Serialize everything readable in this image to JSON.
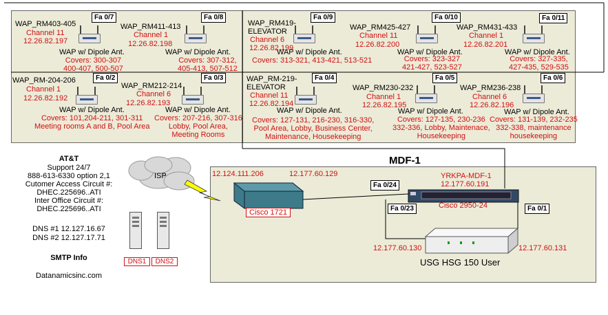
{
  "access_points": [
    {
      "name": "WAP_RM403-405",
      "channel": "Channel 11",
      "ip": "12.26.82.197",
      "port": "Fa 0/7",
      "model": "WAP w/ Dipole Ant.",
      "covers": "Covers: 300-307\n400-407, 500-507"
    },
    {
      "name": "WAP_RM411-413",
      "channel": "Channel 1",
      "ip": "12.26.82.198",
      "port": "Fa 0/8",
      "model": "WAP w/ Dipole Ant.",
      "covers": "Covers: 307-312,\n405-413, 507-512"
    },
    {
      "name": "WAP_RM419-\nELEVATOR",
      "channel": "Channel 6",
      "ip": "12.26.82.199",
      "port": "Fa 0/9",
      "model": "WAP w/ Dipole Ant.",
      "covers": "Covers: 313-321, 413-421, 513-521"
    },
    {
      "name": "WAP_RM425-427",
      "channel": "Channel 11",
      "ip": "12.26.82.200",
      "port": "Fa 0/10",
      "model": "WAP w/ Dipole Ant.",
      "covers": "Covers: 323-327\n421-427, 523-527"
    },
    {
      "name": "WAP_RM431-433",
      "channel": "Channel 1",
      "ip": "12.26.82.201",
      "port": "Fa 0/11",
      "model": "WAP w/ Dipole Ant.",
      "covers": "Covers: 327-335,\n427-435, 529-535"
    },
    {
      "name": "WAP_RM-204-206",
      "channel": "Channel 1",
      "ip": "12.26.82.192",
      "port": "Fa 0/2",
      "model": "WAP w/ Dipole Ant.",
      "covers": "Covers: 101,204-211, 301-311\nMeeting rooms A and B, Pool Area"
    },
    {
      "name": "WAP_RM212-214",
      "channel": "Channel 6",
      "ip": "12.26.82.193",
      "port": "Fa 0/3",
      "model": "WAP w/ Dipole Ant.",
      "covers": "Covers: 207-216, 307-316\nLobby, Pool Area,\nMeeting Rooms"
    },
    {
      "name": "WAP_RM-219-\nELEVATOR",
      "channel": "Channel 11",
      "ip": "12.26.82.194",
      "port": "Fa 0/4",
      "model": "WAP w/ Dipole Ant.",
      "covers": "Covers: 127-131, 216-230, 316-330,\nPool Area, Lobby, Business Center,\nMaintenance, Housekeeping"
    },
    {
      "name": "WAP_RM230-232",
      "channel": "Channel 1",
      "ip": "12.26.82.195",
      "port": "Fa 0/5",
      "model": "WAP w/ Dipole Ant.",
      "covers": "Covers: 127-135, 230-236\n332-336, Lobby, Maintenace,\nHousekeeping"
    },
    {
      "name": "WAP_RM236-238",
      "channel": "Channel 6",
      "ip": "12.26.82.196",
      "port": "Fa 0/6",
      "model": "WAP w/ Dipole Ant.",
      "covers": "Covers: 131-139, 232-235\n332-338, maintenance\nhousekeeping"
    }
  ],
  "provider": {
    "name": "AT&T",
    "support": "Support 24/7",
    "phone": "888-613-6330 option 2,1",
    "cac_label": "Cutomer Access Circuit #:",
    "cac_value": "DHEC.225696..ATI",
    "ioc_label": "Inter Office Circuit #:",
    "ioc_value": "DHEC.225696..ATI",
    "dns1": "DNS #1 12.127.16.67",
    "dns2": "DNS #2 12.127.17.71",
    "smtp": "SMTP Info",
    "website": "Datanamicsinc.com"
  },
  "isp_label": "ISP",
  "dns_servers": [
    "DNS1",
    "DNS2"
  ],
  "mdf": {
    "title": "MDF-1",
    "router_ip_wan": "12.124.111.206",
    "router_ip_lan": "12.177.60.129",
    "router_name": "Cisco 1721",
    "switch_hostname": "YRKPA-MDF-1",
    "switch_ip": "12.177.60.191",
    "switch_name": "Cisco 2950-24",
    "port_uplink": "Fa 0/24",
    "port_left": "Fa 0/23",
    "port_right": "Fa 0/1",
    "usg_ip_left": "12.177.60.130",
    "usg_ip_right": "12.177.60.131",
    "usg_name": "USG HSG 150 User"
  },
  "colors": {
    "panel": "#ecebd8",
    "label_red": "#d01010",
    "router_teal": "#3d7a8a",
    "cloud": "#d8d8d8"
  }
}
